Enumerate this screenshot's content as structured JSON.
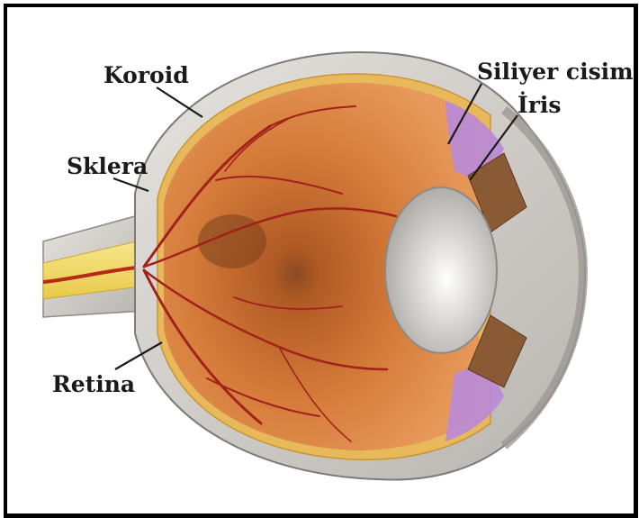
{
  "diagram": {
    "labels": {
      "koroid": "Koroid",
      "sklera": "Sklera",
      "retina": "Retina",
      "siliyer_cisim": "Siliyer cisim",
      "iris": "İris"
    },
    "colors": {
      "frame": "#000000",
      "sclera": "#d9d6d2",
      "choroid_inner": "#c96a2c",
      "optic_nerve": "#f3dc6a",
      "ciliary": "#b98ad8",
      "lens": "#e8e6e3"
    }
  }
}
